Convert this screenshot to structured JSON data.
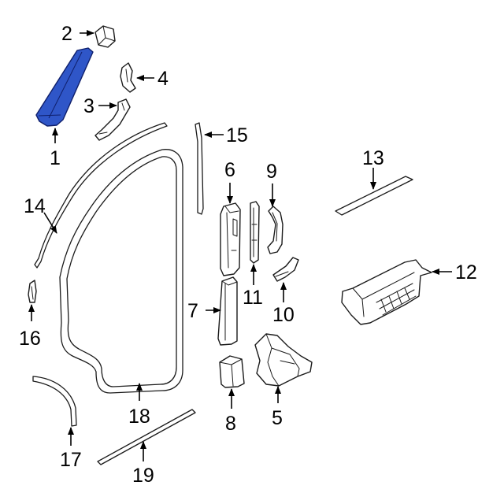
{
  "callouts": {
    "n1": "1",
    "n2": "2",
    "n3": "3",
    "n4": "4",
    "n5": "5",
    "n6": "6",
    "n7": "7",
    "n8": "8",
    "n9": "9",
    "n10": "10",
    "n11": "11",
    "n12": "12",
    "n13": "13",
    "n14": "14",
    "n15": "15",
    "n16": "16",
    "n17": "17",
    "n18": "18",
    "n19": "19"
  },
  "colors": {
    "highlight_part": "#2f56c8",
    "line_art": "#1a1a1a",
    "background": "#ffffff"
  }
}
